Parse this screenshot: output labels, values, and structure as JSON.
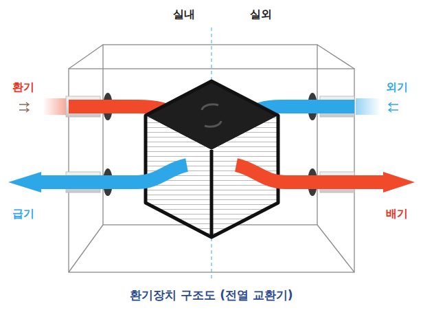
{
  "diagram": {
    "caption": "환기장치 구조도 (전열 교환기)",
    "labels": [
      "실내",
      "실외",
      "환기",
      "외기",
      "급기",
      "배기"
    ]
  }
}
